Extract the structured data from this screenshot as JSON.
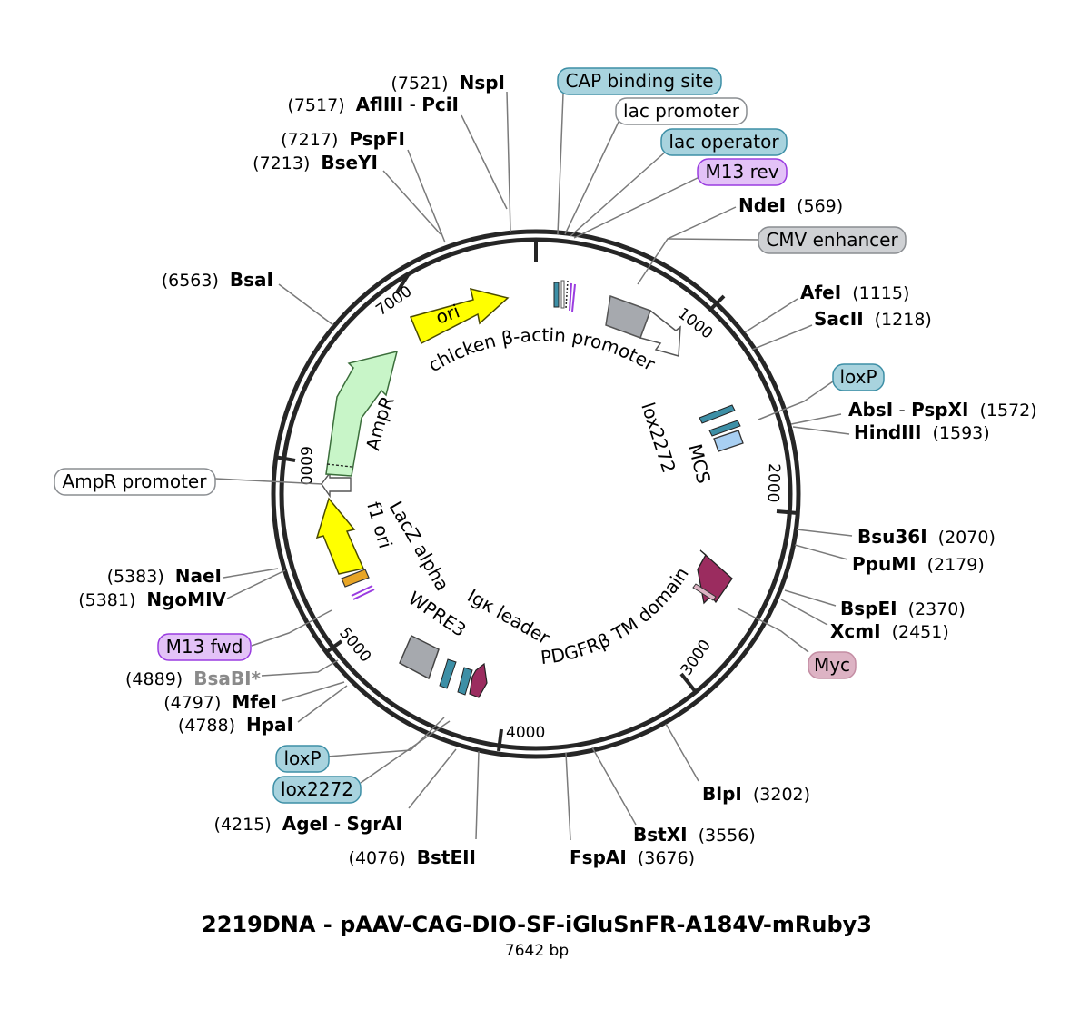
{
  "title": "2219DNA - pAAV-CAG-DIO-SF-iGluSnFR-A184V-mRuby3",
  "subtitle": "7642 bp",
  "total_bp": 7642,
  "ticks": [
    "1000",
    "2000",
    "3000",
    "4000",
    "5000",
    "6000",
    "7000"
  ],
  "tick_values": [
    1000,
    2000,
    3000,
    4000,
    5000,
    6000,
    7000
  ],
  "colors": {
    "backbone": "#262626",
    "leader": "#7a7a7a",
    "ori": "#ffff00",
    "ampr": "#c8f5c8",
    "promoter_gray": "#a6a9ae",
    "loxp_teal": "#3d8fa6",
    "mcs_blue": "#a8cff2",
    "tm_domain": "#9b2c5f",
    "f1ori": "#e8a526",
    "m13_purple": "#9a3ce0",
    "tag_teal_fill": "#a8d3de",
    "tag_teal_stroke": "#3d8fa6",
    "tag_purple_fill": "#e3c2f7",
    "tag_purple_stroke": "#9a3ce0",
    "tag_gray_fill": "#cfd1d4",
    "tag_gray_stroke": "#8a8d91",
    "tag_pink_fill": "#ddb3c4",
    "tag_pink_stroke": "#c48ea4"
  },
  "sites": [
    {
      "name": "NspI",
      "pos": "(7521)",
      "side": "right"
    },
    {
      "name": "AflIII",
      "sep": " - ",
      "name2": "PciI",
      "pos": "(7517)",
      "side": "right"
    },
    {
      "name": "PspFI",
      "pos": "(7217)",
      "side": "right"
    },
    {
      "name": "BseYI",
      "pos": "(7213)",
      "side": "right"
    },
    {
      "name": "BsaI",
      "pos": "(6563)",
      "side": "right"
    },
    {
      "name": "NdeI",
      "pos": "(569)",
      "side": "left"
    },
    {
      "name": "AfeI",
      "pos": "(1115)",
      "side": "left"
    },
    {
      "name": "SacII",
      "pos": "(1218)",
      "side": "left"
    },
    {
      "name": "AbsI",
      "sep": " - ",
      "name2": "PspXI",
      "pos": "(1572)",
      "side": "left"
    },
    {
      "name": "HindIII",
      "pos": "(1593)",
      "side": "left"
    },
    {
      "name": "Bsu36I",
      "pos": "(2070)",
      "side": "left"
    },
    {
      "name": "PpuMI",
      "pos": "(2179)",
      "side": "left"
    },
    {
      "name": "BspEI",
      "pos": "(2370)",
      "side": "left"
    },
    {
      "name": "XcmI",
      "pos": "(2451)",
      "side": "left"
    },
    {
      "name": "BlpI",
      "pos": "(3202)",
      "side": "left"
    },
    {
      "name": "BstXI",
      "pos": "(3556)",
      "side": "left"
    },
    {
      "name": "FspAI",
      "pos": "(3676)",
      "side": "left"
    },
    {
      "name": "BstEII",
      "pos": "(4076)",
      "side": "right"
    },
    {
      "name": "AgeI",
      "sep": " - ",
      "name2": "SgrAI",
      "pos": "(4215)",
      "side": "right"
    },
    {
      "name": "HpaI",
      "pos": "(4788)",
      "side": "right"
    },
    {
      "name": "MfeI",
      "pos": "(4797)",
      "side": "right"
    },
    {
      "name": "BsaBI*",
      "pos": "(4889)",
      "side": "right",
      "gray": true
    },
    {
      "name": "NgoMIV",
      "pos": "(5381)",
      "side": "right"
    },
    {
      "name": "NaeI",
      "pos": "(5383)",
      "side": "right"
    }
  ],
  "tags": [
    {
      "text": "CAP binding site",
      "style": "teal"
    },
    {
      "text": "lac promoter",
      "style": "white"
    },
    {
      "text": "lac operator",
      "style": "teal"
    },
    {
      "text": "M13 rev",
      "style": "purple"
    },
    {
      "text": "CMV enhancer",
      "style": "gray"
    },
    {
      "text": "loxP",
      "style": "teal"
    },
    {
      "text": "Myc",
      "style": "pink"
    },
    {
      "text": "M13 fwd",
      "style": "purple"
    },
    {
      "text": "loxP",
      "style": "teal"
    },
    {
      "text": "lox2272",
      "style": "teal"
    },
    {
      "text": "AmpR promoter",
      "style": "white"
    }
  ],
  "features": {
    "ori": "ori",
    "cba": "chicken β-actin promoter",
    "lox2272": "lox2272",
    "mcs": "MCS",
    "pdgfr": "PDGFRβ TM domain",
    "igk": "Igκ leader",
    "wpre3": "WPRE3",
    "lacz": "LacZ alpha",
    "f1ori": "f1 ori",
    "ampr": "AmpR"
  }
}
